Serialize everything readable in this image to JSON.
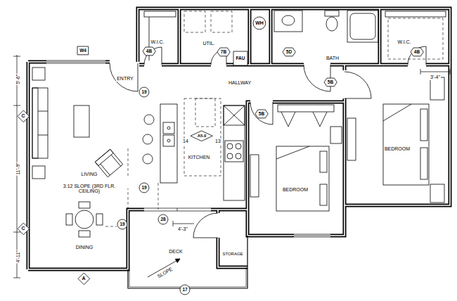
{
  "diagram": {
    "nodes": [
      {
        "text": [
          "W4"
        ]
      },
      {
        "text": [
          "4B"
        ]
      },
      {
        "text": [
          "WH"
        ]
      },
      {
        "text": [
          "7B"
        ]
      },
      {
        "text": [
          "FAU"
        ]
      },
      {
        "text": [
          "5D"
        ]
      },
      {
        "text": [
          "4B"
        ]
      },
      {
        "text": [
          "5B"
        ]
      },
      {
        "text": [
          "19"
        ]
      },
      {
        "text": [
          "5B"
        ]
      },
      {
        "text": [
          "C"
        ]
      },
      {
        "text": [
          "A5.0"
        ]
      },
      {
        "text": [
          "19"
        ]
      },
      {
        "text": [
          "28"
        ]
      },
      {
        "text": [
          "19"
        ]
      },
      {
        "text": [
          "C"
        ]
      },
      {
        "text": [
          "A"
        ]
      },
      {
        "text": [
          "17"
        ]
      }
    ],
    "labels": [
      "W.I.C.",
      "UTIL.",
      "BATH",
      "W.I.C.",
      "HALLWAY",
      "ENTRY",
      "5'-6\"",
      "3'-4\"",
      "14",
      "13",
      "KITCHEN",
      "LIVING",
      "3:12 SLOPE (3RD FLR. CEILING)",
      "BEDROOM",
      "BEDROOM",
      "11'-9\"",
      "4'-3\"",
      "DINING",
      "DECK",
      "STORAGE",
      "SLOPE",
      "4'-11\""
    ]
  }
}
